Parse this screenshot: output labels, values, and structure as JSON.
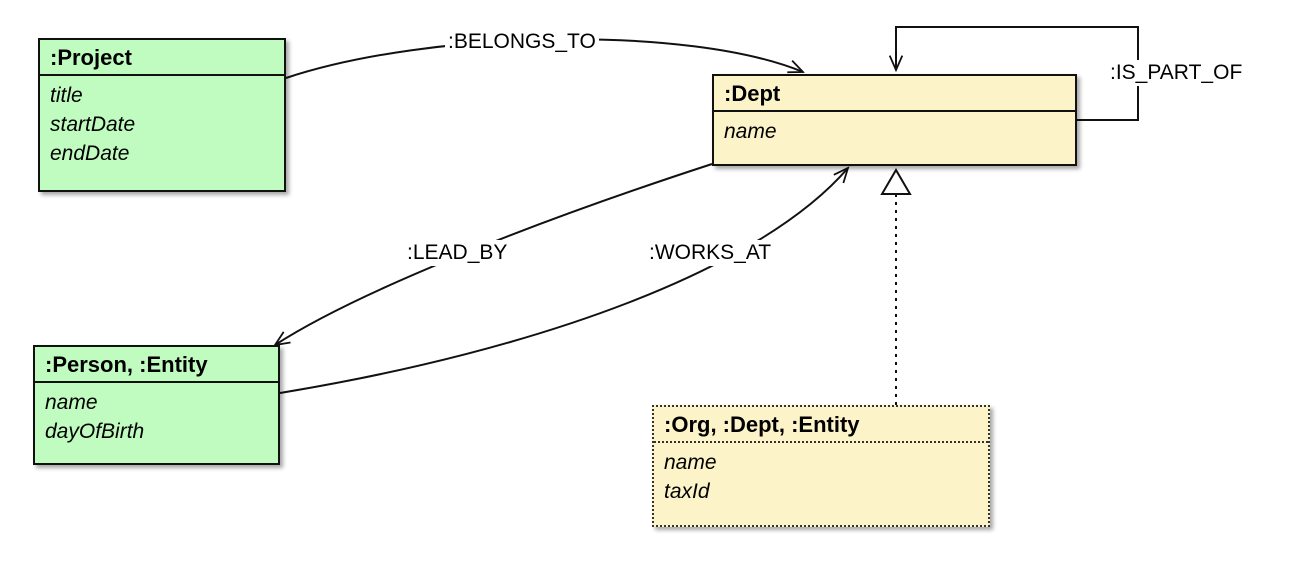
{
  "nodes": {
    "project": {
      "title": ":Project",
      "attributes": [
        "title",
        "startDate",
        "endDate"
      ]
    },
    "dept": {
      "title": ":Dept",
      "attributes": [
        "name"
      ]
    },
    "person": {
      "title": ":Person, :Entity",
      "attributes": [
        "name",
        "dayOfBirth"
      ]
    },
    "org": {
      "title": ":Org, :Dept, :Entity",
      "attributes": [
        "name",
        "taxId"
      ]
    }
  },
  "edges": {
    "belongs_to": ":BELONGS_TO",
    "is_part_of": ":IS_PART_OF",
    "lead_by": ":LEAD_BY",
    "works_at": ":WORKS_AT"
  },
  "colors": {
    "entity_fill": "#c0fbc0",
    "dept_fill": "#fdf3c8",
    "line": "#111111"
  }
}
